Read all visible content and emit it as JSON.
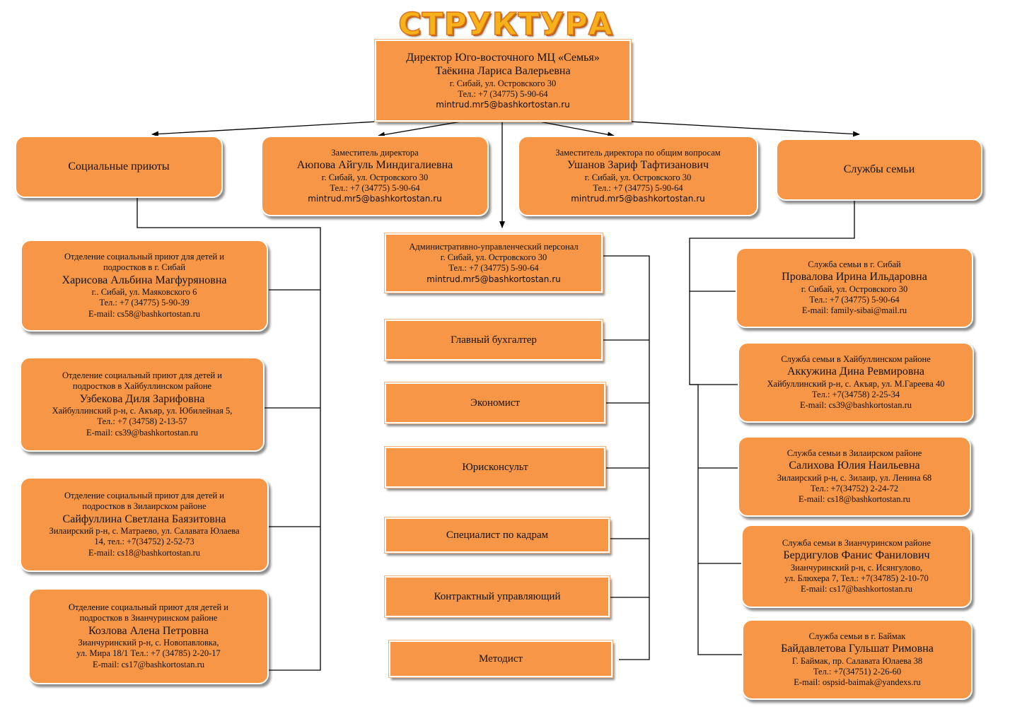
{
  "title": "СТРУКТУРА ЦЕНТРА",
  "director": {
    "role": "Директор Юго-восточного МЦ «Семья»",
    "name": "Таёкина Лариса Валерьевна",
    "address": "г. Сибай, ул. Островского 30",
    "phone": "Тел.: +7 (34775) 5-90-64",
    "email": "mintrud.mr5@bashkortostan.ru"
  },
  "top_row": {
    "shelters": "Социальные приюты",
    "deputy1": {
      "role": "Заместитель директора",
      "name": "Аюпова Айгуль Миндигалиевна",
      "address": "г. Сибай, ул. Островского 30",
      "phone": "Тел.: +7 (34775) 5-90-64",
      "email": "mintrud.mr5@bashkortostan.ru"
    },
    "deputy2": {
      "role": "Заместитель директора  по общим вопросам",
      "name": "Ушанов Зариф Тафтизанович",
      "address": "г. Сибай, ул. Островского 30",
      "phone": "Тел.: +7 (34775) 5-90-64",
      "email": "mintrud.mr5@bashkortostan.ru"
    },
    "family": "Службы семьи"
  },
  "shelters": [
    {
      "org1": "Отделение социальный приют для детей и",
      "org2": "подростков в г. Сибай",
      "name": "Харисова Альбина Магфуряновна",
      "addr1": "г.. Сибай, ул. Маяковского 6",
      "addr2": "Тел.: +7 (34775) 5-90-39",
      "email": "E-mail: cs58@bashkortostan.ru"
    },
    {
      "org1": "Отделение социальный приют для детей и",
      "org2": "подростков в Хайбуллинском районе",
      "name": "Узбекова Диля Зарифовна",
      "addr1": "Хайбуллинский р-н, с. Акъяр, ул. Юбилейная 5,",
      "addr2": "Тел.: +7 (34758) 2-13-57",
      "email": "E-mail: cs39@bashkortostan.ru"
    },
    {
      "org1": "Отделение социальный приют для детей и",
      "org2": "подростков в Зилаирском районе",
      "name": "Сайфуллина Светлана Баязитовна",
      "addr1": "Зилаирский р-н, с. Матраево, ул. Салавата Юлаева",
      "addr2": "14, тел.: +7(34752) 2-52-73",
      "email": "E-mail: cs18@bashkortostan.ru"
    },
    {
      "org1": "Отделение социальный приют для детей и",
      "org2": "подростков в Зианчуринском районе",
      "name": "Козлова Алена Петровна",
      "addr1": "Зианчуринский р-н, с. Новопавловка,",
      "addr2": "ул. Мира 18/1 Тел.: +7 (34785) 2-20-17",
      "email": "E-mail: cs17@bashkortostan.ru"
    }
  ],
  "admin": {
    "role": "Административно-управленческий персонал",
    "address": "г. Сибай, ул. Островского 30",
    "phone": "Тел.: +7 (34775) 5-90-64",
    "email": "mintrud.mr5@bashkortostan.ru"
  },
  "staff": [
    "Главный бухгалтер",
    "Экономист",
    "Юрисконсульт",
    "Специалист по кадрам",
    "Контрактный управляющий",
    "Методист"
  ],
  "services": [
    {
      "org": "Служба семьи в г. Сибай",
      "name": "Провалова Ирина Ильдаровна",
      "addr1": "г. Сибай, ул. Островского 30",
      "addr2": "Тел.: +7 (34775) 5-90-64",
      "email": "E-mail: family-sibai@mail.ru"
    },
    {
      "org": "Служба семьи в Хайбуллинском районе",
      "name": "Аккужина Дина Ревмировна",
      "addr1": "Хайбуллинский р-н, с. Акъяр, ул. М.Гареева 40",
      "addr2": "Тел.: +7(34758) 2-25-34",
      "email": "E-mail: cs39@bashkortostan.ru"
    },
    {
      "org": "Служба семьи в Зилаирском районе",
      "name": "Салихова Юлия Наильевна",
      "addr1": "Зилаирский р-н, с. Зилаир, ул. Ленина 68",
      "addr2": "Тел.: +7(34752) 2-24-72",
      "email": "E-mail: cs18@bashkortostan.ru"
    },
    {
      "org": "Служба семьи в Зианчуринском районе",
      "name": "Бердигулов Фанис Фанилович",
      "addr1": "Зианчуринский р-н, с. Исянгулово,",
      "addr2": "ул. Блюхера 7, Тел.: +7(34785) 2-10-70",
      "email": "E-mail: cs17@bashkortostan.ru"
    },
    {
      "org": "Служба семьи в г. Баймак",
      "name": "Байдавлетова Гульшат Римовна",
      "addr1": "Г. Баймак, пр. Салавата Юлаева 38",
      "addr2": "Тел.: +7(34751) 2-26-60",
      "email": "E-mail: ospsid-baimak@yandexs.ru"
    }
  ],
  "colors": {
    "box_fill": "#f79646",
    "title_fill": "#f7b21b",
    "line": "#000000"
  }
}
